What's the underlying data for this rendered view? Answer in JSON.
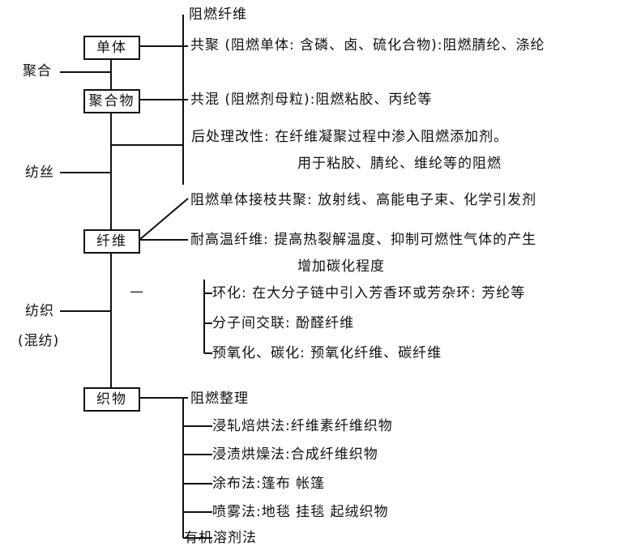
{
  "stages": {
    "monomer": "单体",
    "polymer": "聚合物",
    "fiber": "纤维",
    "fabric": "织物"
  },
  "processes": {
    "polymerization": "聚合",
    "spinning": "纺丝",
    "weaving": "纺织",
    "blending": "(混纺)"
  },
  "fiber_branch": {
    "title": "阻燃纤维",
    "copolymer": "共聚 (阻燃单体: 含磷、卤、硫化合物):阻燃腈纶、涤纶",
    "blend": "共混 (阻燃剂母粒):阻燃粘胶、丙纶等",
    "post_treat_1": "后处理改性: 在纤维凝聚过程中渗入阻燃添加剂。",
    "post_treat_2": "用于粘胶、腈纶、维纶等的阻燃",
    "graft": "阻燃单体接枝共聚: 放射线、高能电子束、化学引发剂",
    "heat_res_1": "耐高温纤维: 提高热裂解温度、抑制可燃性气体的产生",
    "heat_res_2": "增加碳化程度",
    "dash": "—",
    "sub_items": [
      "环化: 在大分子链中引入芳香环或芳杂环: 芳纶等",
      "分子间交联: 酚醛纤维",
      "预氧化、碳化: 预氧化纤维、碳纤维"
    ]
  },
  "fabric_branch": {
    "title": "阻燃整理",
    "items": [
      "浸轧焙烘法:纤维素纤维织物",
      "浸渍烘燥法:合成纤维织物",
      "涂布法:篷布 帐篷",
      "喷雾法:地毯 挂毯 起绒织物",
      "有机溶剂法"
    ]
  }
}
